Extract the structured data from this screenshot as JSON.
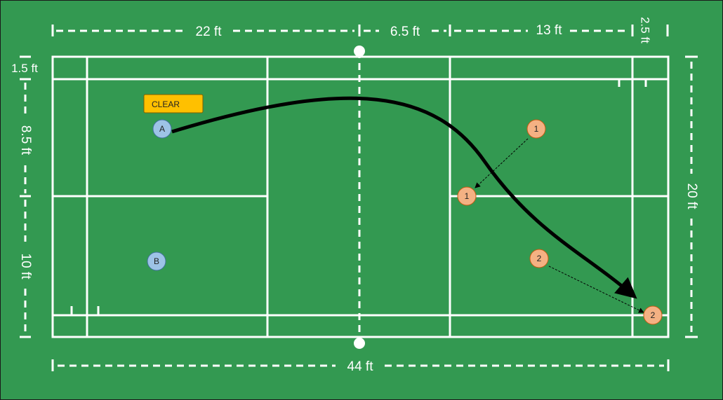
{
  "diagram": {
    "dimensions": {
      "left_court": "22 ft",
      "center_zone": "6.5 ft",
      "right_mid": "13 ft",
      "back_alley": "2.5 ft",
      "side_alley": "1.5 ft",
      "upper_half": "8.5 ft",
      "lower_half": "10 ft",
      "width": "20 ft",
      "length": "44 ft"
    },
    "shot_label": "CLEAR",
    "players": {
      "a": "A",
      "b": "B",
      "opp_1_start": "1",
      "opp_1_end": "1",
      "opp_2_start": "2",
      "opp_2_end": "2"
    },
    "colors": {
      "background": "#339951",
      "court_lines": "#ffffff",
      "team_a": "#9dc3e6",
      "team_b": "#f4b183",
      "label_box": "#ffc000",
      "shot_path": "#000000"
    }
  }
}
